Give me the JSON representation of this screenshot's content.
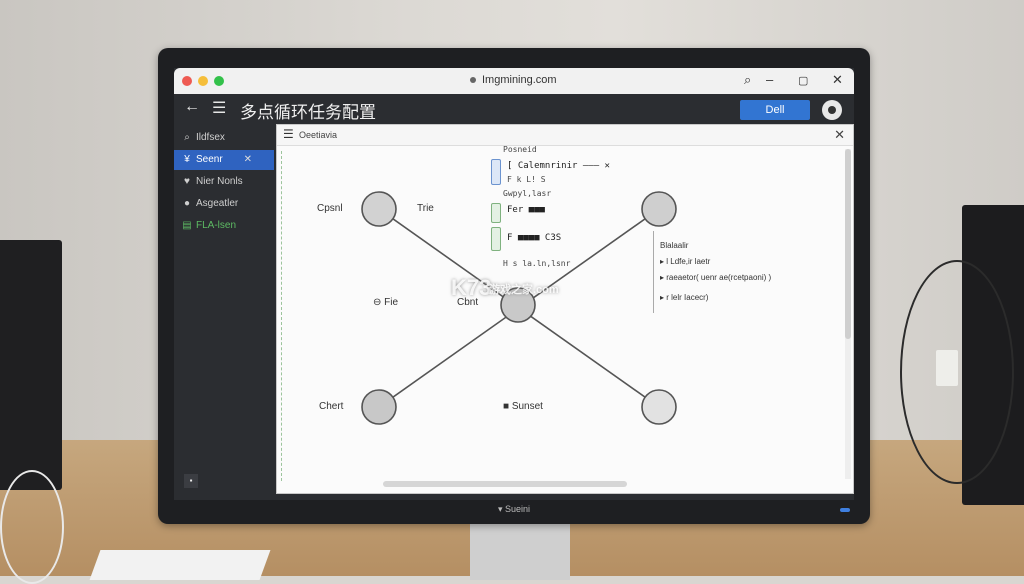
{
  "browser": {
    "url": "Imgmining.com",
    "controls": {
      "search": "⌕",
      "minimize": "–",
      "restore": "▢",
      "close": "✕"
    }
  },
  "app": {
    "back_icon": "←",
    "menu_icon": "☰",
    "title": "多点循环任务配置",
    "done_button": "Dell"
  },
  "sidebar": {
    "items": [
      {
        "icon": "⌕",
        "label": "Ildfsex"
      },
      {
        "icon": "¥",
        "label": "Seenr",
        "close": "✕"
      },
      {
        "icon": "♥",
        "label": "Nier Nonls"
      },
      {
        "icon": "●",
        "label": "Asgeatler"
      },
      {
        "icon": "▤",
        "label": "FLA-lsen"
      }
    ],
    "bottom_icon": "▪"
  },
  "panel": {
    "title": "Oeetiavia",
    "close": "✕",
    "labels": {
      "cpsnl": "Cpsnl",
      "trie": "Trie",
      "fie": "Fie",
      "cbnt": "Cbnt",
      "chert": "Chert",
      "sunset": "Sunset"
    },
    "code_top": [
      "Posneid",
      "[ Calemnrinir ——— ✕",
      "F  k  L!  S",
      "Gwpyl,lasr",
      "Fer ■■■",
      "F  ■■■■ C3S",
      "H s la.ln,lsnr"
    ],
    "tree": [
      "Blalaalir",
      "▸ l Ldfe,ir laetr",
      "▸ raeaetor( uenr ae(rcetpaoni) )",
      "▸ r lelr Iacecr)"
    ],
    "watermark": "K73",
    "watermark_sub": "游戏之家.com"
  },
  "monitor": {
    "brand": "Sueini"
  },
  "colors": {
    "accent": "#3275d2",
    "active_item": "#2f63c0",
    "node_fill": "#d2d2d2",
    "edge": "#555555"
  }
}
